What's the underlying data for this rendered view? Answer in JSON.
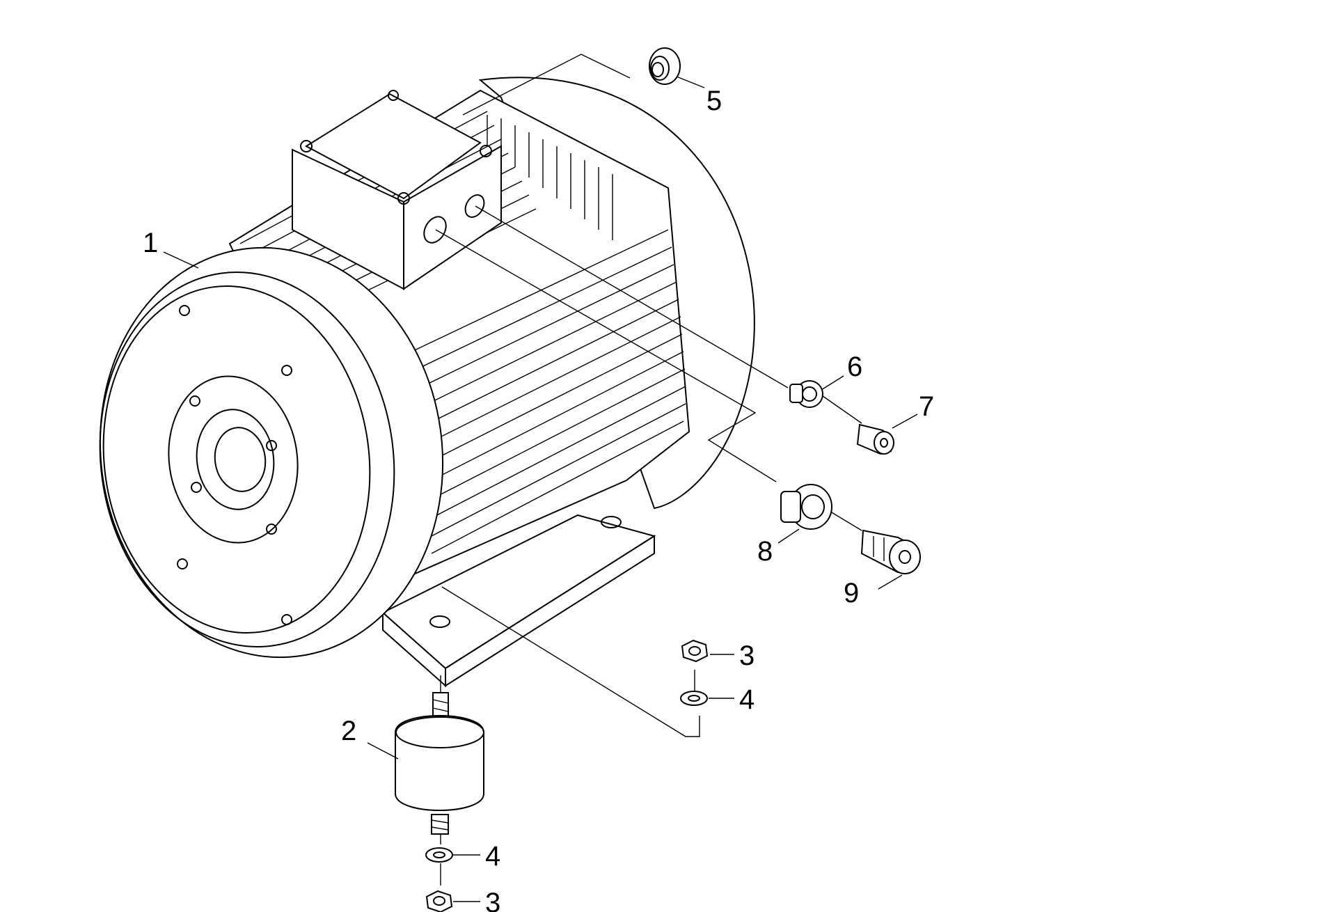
{
  "diagram": {
    "callouts": [
      {
        "id": "c1",
        "label": "1"
      },
      {
        "id": "c2",
        "label": "2"
      },
      {
        "id": "c3a",
        "label": "3"
      },
      {
        "id": "c3b",
        "label": "3"
      },
      {
        "id": "c4a",
        "label": "4"
      },
      {
        "id": "c4b",
        "label": "4"
      },
      {
        "id": "c5",
        "label": "5"
      },
      {
        "id": "c6",
        "label": "6"
      },
      {
        "id": "c7",
        "label": "7"
      },
      {
        "id": "c8",
        "label": "8"
      },
      {
        "id": "c9",
        "label": "9"
      }
    ]
  }
}
